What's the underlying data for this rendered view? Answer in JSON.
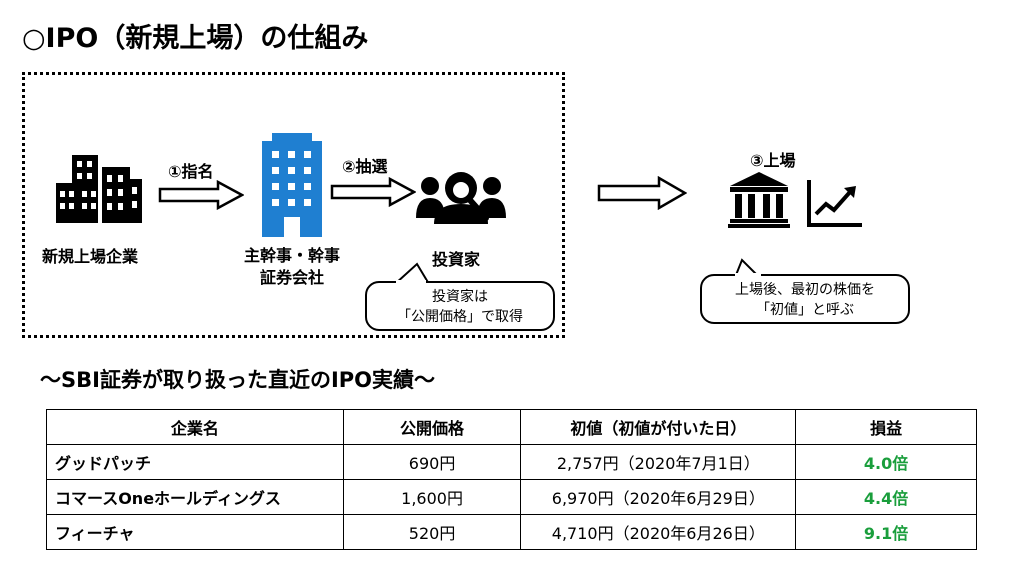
{
  "title": "○IPO（新規上場）の仕組み",
  "flow": {
    "company_label": "新規上場企業",
    "step1": "①指名",
    "underwriter_line1": "主幹事・幹事",
    "underwriter_line2": "証券会社",
    "step2": "②抽選",
    "investor_label": "投資家",
    "callout_investor_line1": "投資家は",
    "callout_investor_line2": "「公開価格」で取得",
    "step3": "③上場",
    "callout_listing_line1": "上場後、最初の株価を",
    "callout_listing_line2": "「初値」と呼ぶ"
  },
  "subtitle": "～SBI証券が取り扱った直近のIPO実績～",
  "table": {
    "headers": [
      "企業名",
      "公開価格",
      "初値（初値が付いた日）",
      "損益"
    ],
    "rows": [
      {
        "name": "グッドパッチ",
        "price": "690円",
        "initial": "2,757円（2020年7月1日）",
        "gain": "4.0倍"
      },
      {
        "name": "コマースOneホールディングス",
        "price": "1,600円",
        "initial": "6,970円（2020年6月29日）",
        "gain": "4.4倍"
      },
      {
        "name": "フィーチャ",
        "price": "520円",
        "initial": "4,710円（2020年6月26日）",
        "gain": "9.1倍"
      }
    ]
  },
  "colors": {
    "accent_blue": "#1f7fd1",
    "gain_green": "#1a9e3c"
  },
  "icons": [
    "buildings-icon",
    "office-tower-icon",
    "investors-search-icon",
    "bank-icon",
    "chart-up-icon",
    "arrow-right-icon"
  ]
}
